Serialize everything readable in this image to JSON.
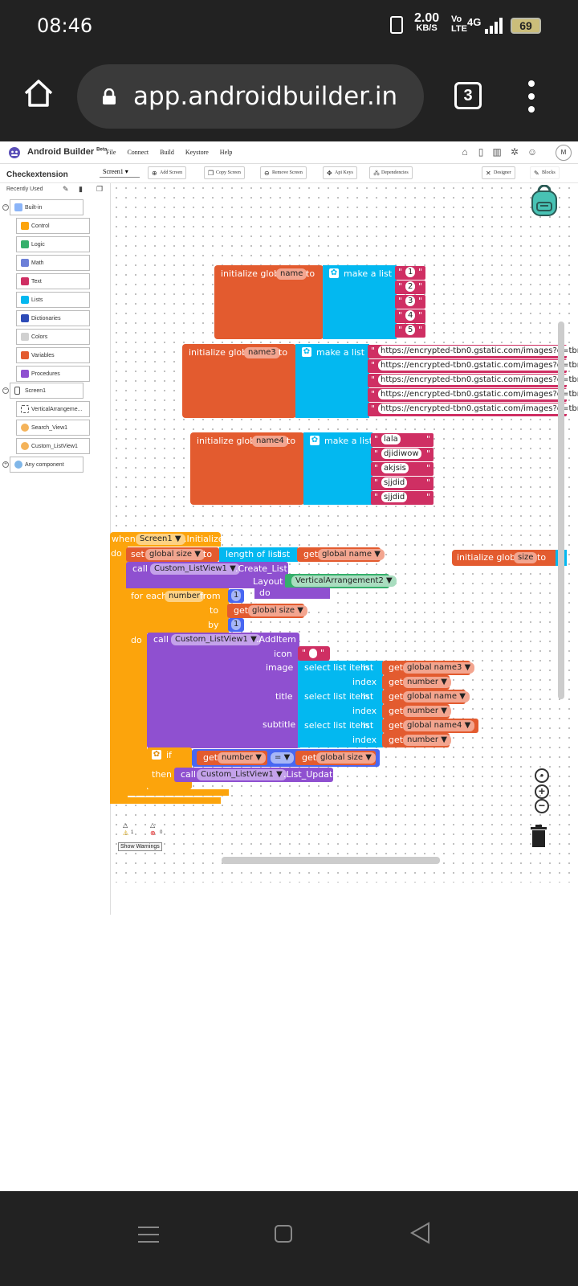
{
  "status": {
    "time": "08:46",
    "rate_value": "2.00",
    "rate_unit": "KB/S",
    "volte": "Vo\nLTE",
    "network": "4G",
    "battery": "69"
  },
  "browser": {
    "url": "app.androidbuilder.in",
    "tab_count": "3"
  },
  "app": {
    "brand": "Android Builder",
    "brand_badge": "Beta",
    "menu": [
      "File",
      "Connect",
      "Build",
      "Keystore",
      "Help"
    ],
    "avatar": "M"
  },
  "toolbar": {
    "project": "Checkextension",
    "screen": "Screen1",
    "add_screen": "Add Screen",
    "copy_screen": "Copy Screen",
    "remove_screen": "Remove Screen",
    "api_keys": "Api Keys",
    "dependencies": "Dependencies",
    "designer": "Designer",
    "blocks": "Blocks"
  },
  "palette": {
    "recently_used": "Recently Used",
    "builtin": "Built-in",
    "builtin_items": [
      "Control",
      "Logic",
      "Math",
      "Text",
      "Lists",
      "Dictionaries",
      "Colors",
      "Variables",
      "Procedures"
    ],
    "screen": "Screen1",
    "screen_items": [
      "VerticalArrangeme...",
      "Search_View1",
      "Custom_ListView1"
    ],
    "any_component": "Any component"
  },
  "blocks": {
    "init_global": "initialize global",
    "to": "to",
    "make_a_list": "make a list",
    "var_name": "name",
    "var_name3": "name3",
    "var_name4": "name4",
    "var_size": "size",
    "list1": [
      "1",
      "2",
      "3",
      "4",
      "5"
    ],
    "list2": [
      "https://encrypted-tbn0.gstatic.com/images?q=tbn",
      "https://encrypted-tbn0.gstatic.com/images?q=tbn",
      "https://encrypted-tbn0.gstatic.com/images?q=tbn",
      "https://encrypted-tbn0.gstatic.com/images?q=tbn",
      "https://encrypted-tbn0.gstatic.com/images?q=tbn"
    ],
    "list3": [
      "lala",
      "djidiwow",
      "akjsis",
      "sjjdid",
      "sjjdid"
    ],
    "when": "when",
    "screen1": "Screen1",
    "initialize": ".Initialize",
    "do": "do",
    "set": "set",
    "global_size": "global size",
    "length_of_list": "length of list",
    "list_word": "list",
    "get": "get",
    "global_name": "global name",
    "global_name3": "global name3",
    "global_name4": "global name4",
    "call": "call",
    "custom_listview": "Custom_ListView1",
    "create_list": ".Create_List",
    "layout": "Layout",
    "vertical_arrangement": "VerticalArrangement2",
    "for_each": "for each",
    "number": "number",
    "from": "from",
    "by": "by",
    "one": "1",
    "add_item": ".AddItem",
    "icon": "icon",
    "image": "image",
    "title": "title",
    "subtitle": "subtitle",
    "select_list_item": "select list item",
    "index": "index",
    "if": "if",
    "then": "then",
    "equals": "=",
    "list_update": ".List_Update",
    "quote": "\"",
    "dropdown": "▼"
  },
  "warnings": {
    "warn_count": "1",
    "error_count": "0",
    "show": "Show Warnings"
  }
}
